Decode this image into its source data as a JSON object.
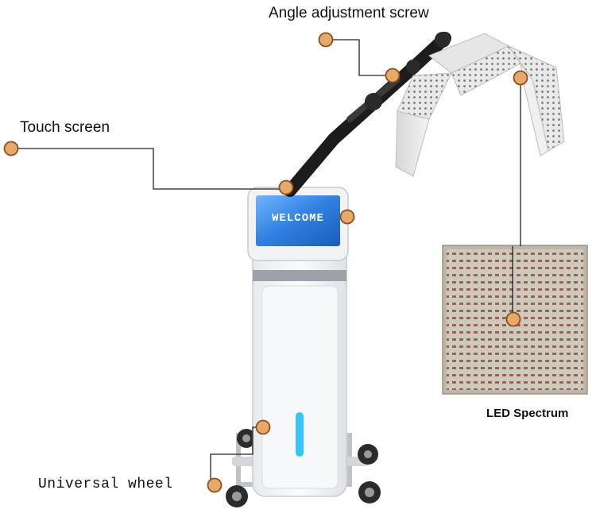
{
  "labels": {
    "angle_adjustment_screw": "Angle adjustment screw",
    "touch_screen": "Touch screen",
    "universal_wheel": "Universal wheel",
    "led_spectrum": "LED Spectrum"
  },
  "screen": {
    "welcome_text": "WELCOME"
  },
  "colors": {
    "marker_fill": "#e6a96a",
    "marker_stroke": "#8a4f1f",
    "screen_blue": "#2f7fe0",
    "arm_black": "#1c1c1c",
    "body_white": "#f4f5f7",
    "led_panel_bg": "#d9d4cc",
    "indicator_cyan": "#37c6f2"
  },
  "icons": [
    "marker-dot-icon",
    "wheel-icon"
  ]
}
